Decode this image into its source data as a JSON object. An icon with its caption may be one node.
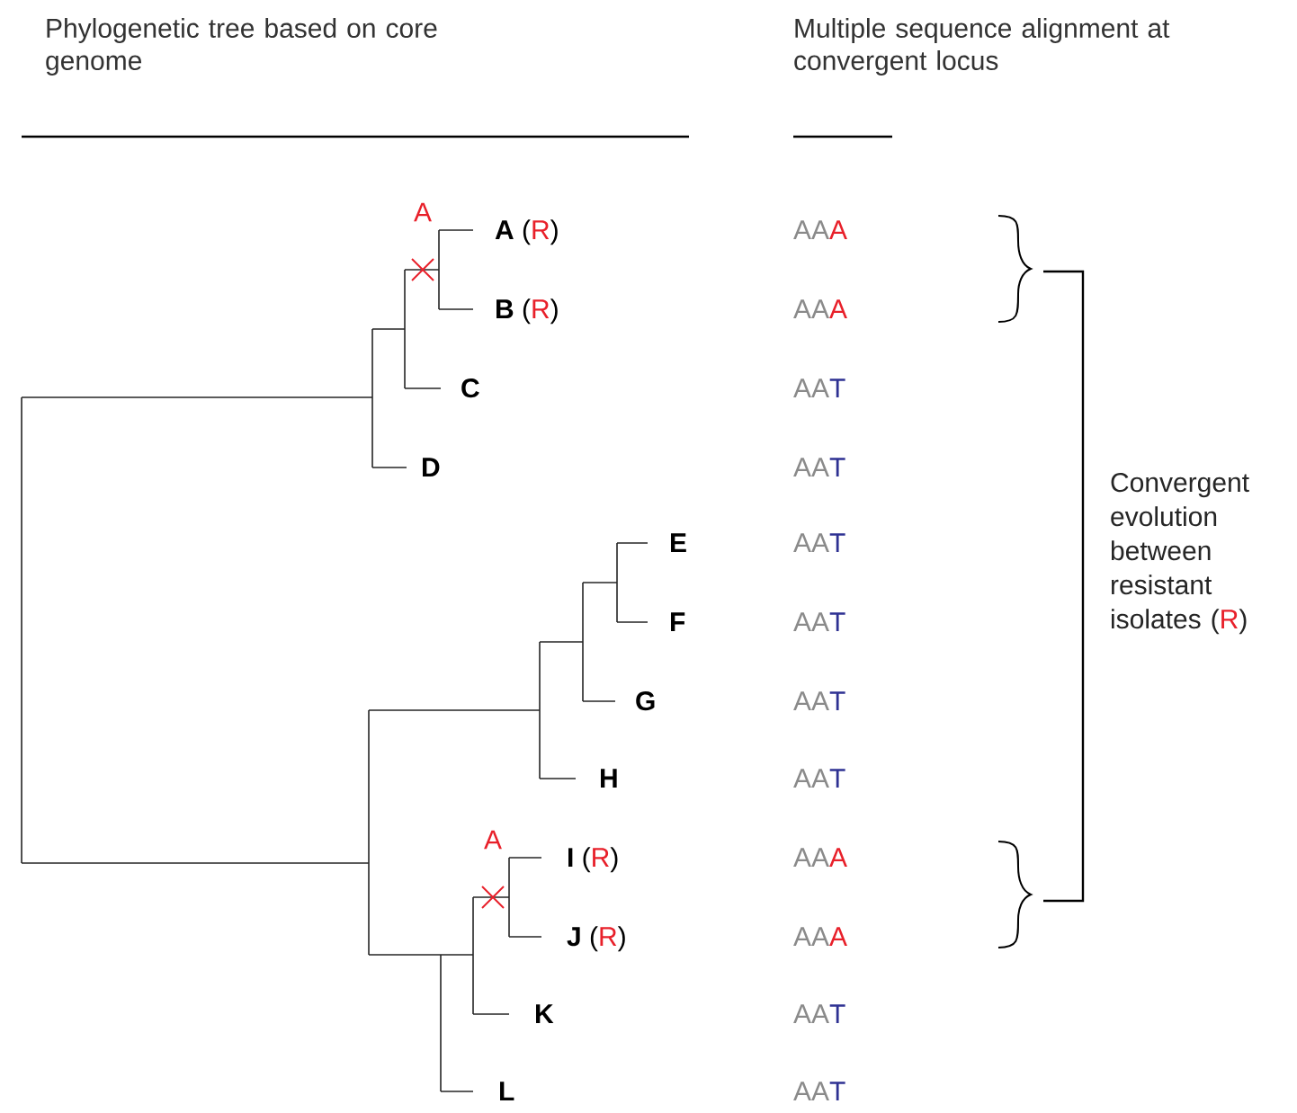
{
  "diagram": {
    "labels": [
      "Phylogenetic tree based on core genome",
      "Multiple sequence alignment at convergent locus",
      "A",
      "A",
      "(",
      "R",
      ")",
      "AA",
      "A",
      "B",
      "(",
      "R",
      ")",
      "AA",
      "A",
      "C",
      "AA",
      "T",
      "D",
      "AA",
      "T",
      "E",
      "AA",
      "T",
      "F",
      "AA",
      "T",
      "G",
      "AA",
      "T",
      "H",
      "AA",
      "T",
      "Convergent evolution between resistant isolates (",
      "R",
      ")",
      "A",
      "I",
      "(",
      "R",
      ")",
      "AA",
      "A",
      "J",
      "(",
      "R",
      ")",
      "AA",
      "A",
      "K",
      "AA",
      "T",
      "L",
      "AA",
      "T"
    ]
  }
}
